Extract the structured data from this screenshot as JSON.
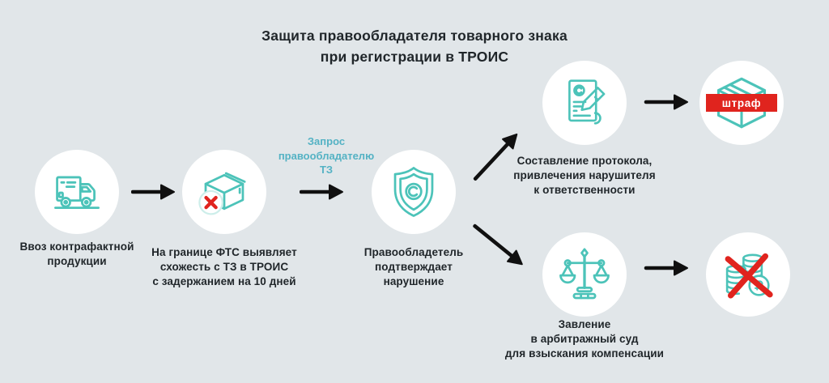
{
  "title": "Защита правообладателя товарного знака\nпри регистрации в ТРОИС",
  "colors": {
    "background": "#e1e6e9",
    "circle_fill": "#ffffff",
    "icon_teal": "#4cc3b9",
    "request_label_teal": "#54b2c4",
    "red": "#e0241e",
    "text": "#20262a",
    "arrow": "#101010",
    "badge_text": "#ffffff"
  },
  "steps": {
    "import": {
      "label": "Ввоз контрафактной\nпродукции"
    },
    "customs": {
      "label": "На границе ФТС выявляет\nсхожесть с ТЗ в ТРОИС\nс задержанием на 10 дней"
    },
    "request_note": "Запрос\nправообладателю\nТЗ",
    "rightholder": {
      "label": "Правообладетель\nподтверждает\nнарушение"
    },
    "protocol": {
      "label": "Составление протокола,\nпривлечения нарушителя\nк ответственности"
    },
    "fine": {
      "badge": "штраф"
    },
    "court": {
      "label": "Завление\nв арбитражный суд\nдля взыскания компенсации"
    }
  }
}
